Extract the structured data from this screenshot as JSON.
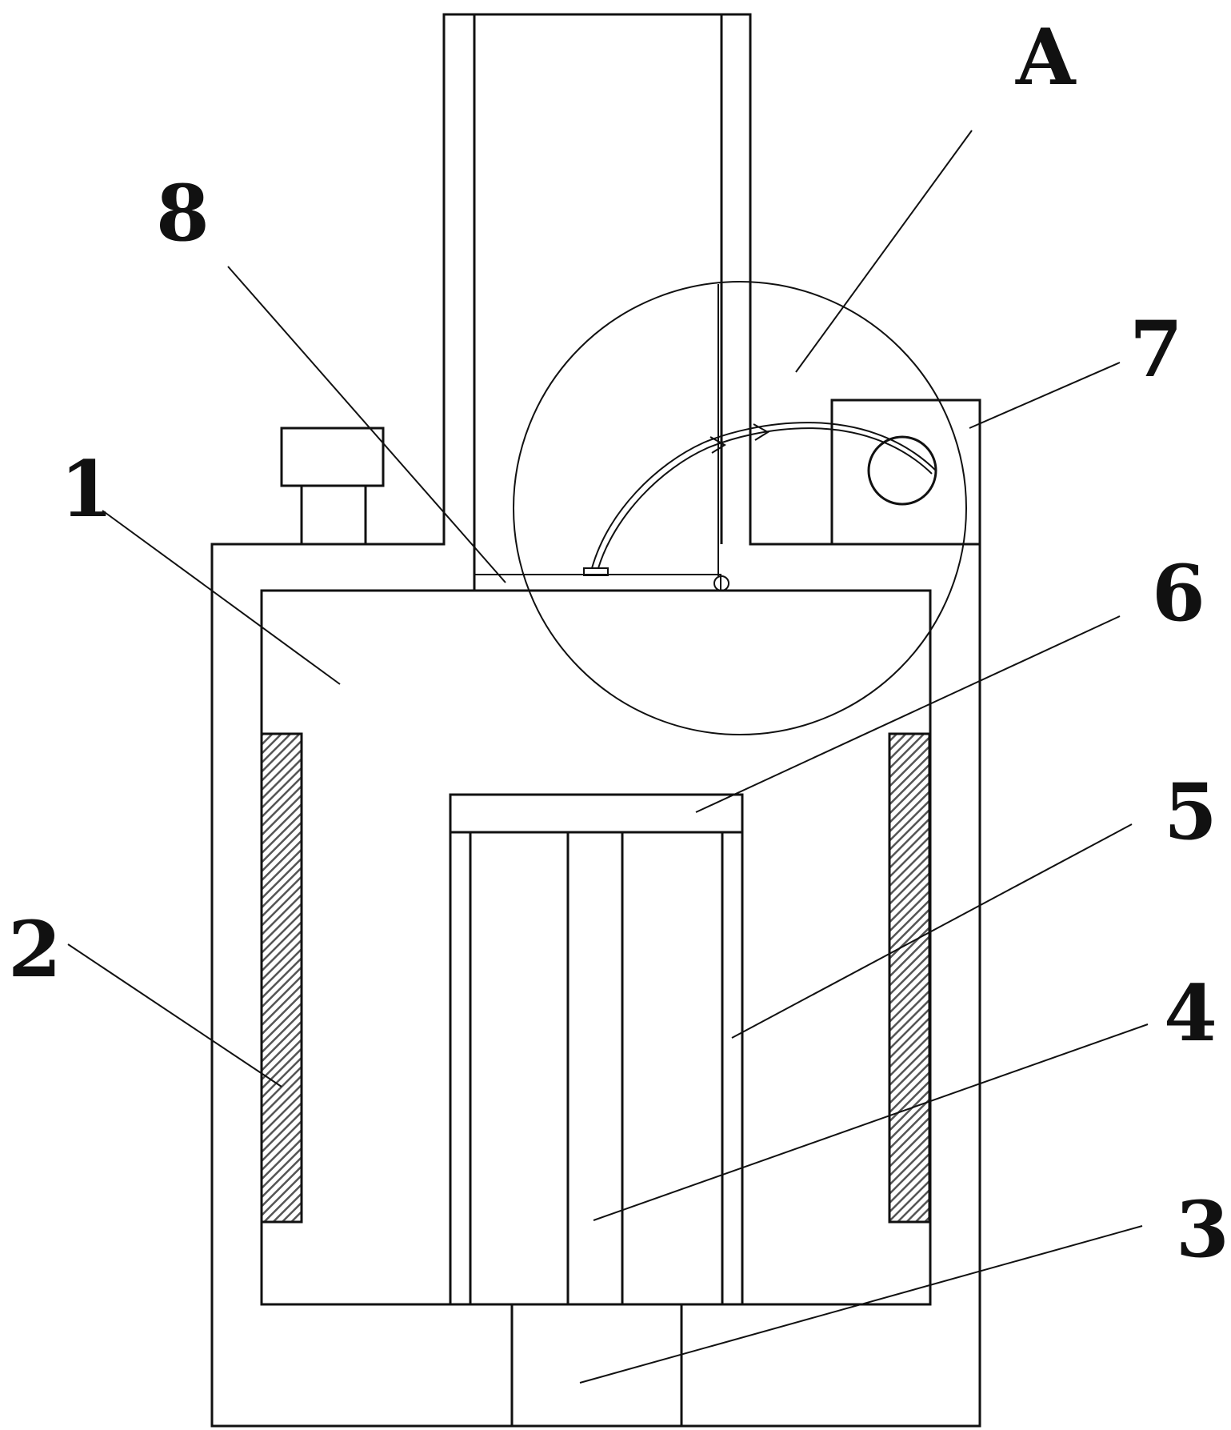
{
  "figure": {
    "labels": {
      "l1": "1",
      "l2": "2",
      "l3": "3",
      "l4": "4",
      "l5": "5",
      "l6": "6",
      "l7": "7",
      "l8": "8",
      "lA": "A"
    },
    "colors": {
      "line": "#111111",
      "hatch": "#555555",
      "background": "#ffffff"
    }
  }
}
